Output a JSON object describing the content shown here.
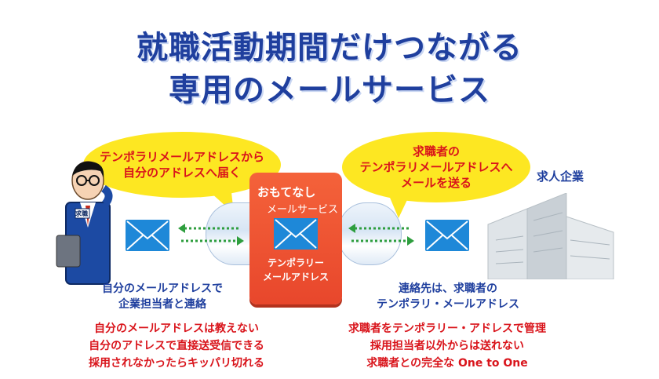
{
  "title": {
    "line1": "就職活動期間だけつながる",
    "line2": "専用のメールサービス"
  },
  "bubbles": {
    "left": [
      "テンポラリメールアドレスから",
      "自分のアドレスへ届く"
    ],
    "right": [
      "求職者の",
      "テンポラリメールアドレスへ",
      "メールを送る"
    ]
  },
  "service": {
    "name": "おもてなし",
    "subtitle": "メールサービス",
    "address_line1": "テンポラリー",
    "address_line2": "メールアドレス"
  },
  "company_label": "求人企業",
  "person_badge": "求職",
  "left_description": [
    "自分のメールアドレスで",
    "企業担当者と連絡"
  ],
  "right_description": [
    "連絡先は、求職者の",
    "テンポラリ・メールアドレス"
  ],
  "left_points": [
    "自分のメールアドレスは教えない",
    "自分のアドレスで直接送受信できる",
    "採用されなかったらキッパリ切れる"
  ],
  "right_points": [
    "求職者をテンポラリー・アドレスで管理",
    "採用担当者以外からは送れない",
    "求職者との完全な One to One"
  ],
  "colors": {
    "title": "#1f3f9e",
    "bubble": "#fde722",
    "emphasis": "#d9141b",
    "service_box": "#e8472c",
    "envelope": "#1e88d8",
    "arrow": "#2e9e3e"
  }
}
